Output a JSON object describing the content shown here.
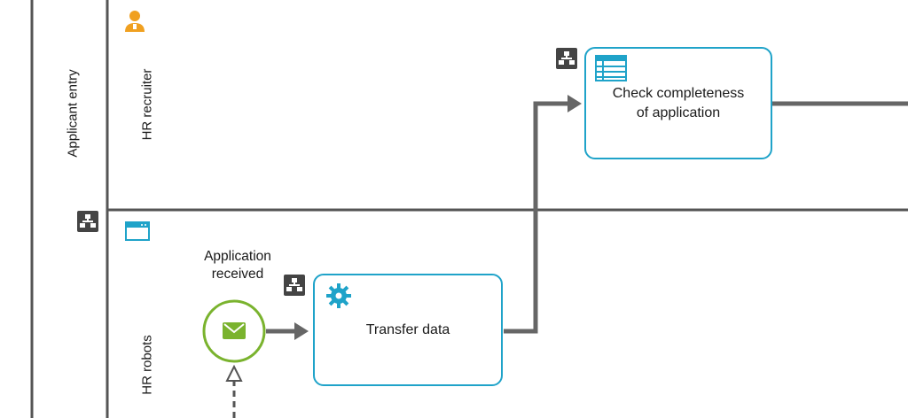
{
  "pool": {
    "label": "Applicant entry"
  },
  "lanes": [
    {
      "label": "HR recruiter",
      "icon": "person-icon",
      "icon_color": "#f0a020"
    },
    {
      "label": "HR robots",
      "icon": "window-icon",
      "icon_color": "#1fa3c9"
    }
  ],
  "tasks": [
    {
      "label_lines": [
        "Check completeness",
        "of application"
      ],
      "icon": "table-icon",
      "border_color": "#1fa3c9"
    },
    {
      "label_lines": [
        "Transfer data"
      ],
      "icon": "gear-icon",
      "border_color": "#1fa3c9"
    }
  ],
  "start_event": {
    "label_lines": [
      "Application",
      "received"
    ],
    "icon": "envelope-icon",
    "color": "#7ab32e"
  },
  "colors": {
    "flow": "#666666",
    "lines": "#555555",
    "accent": "#1fa3c9",
    "event": "#7ab32e"
  }
}
